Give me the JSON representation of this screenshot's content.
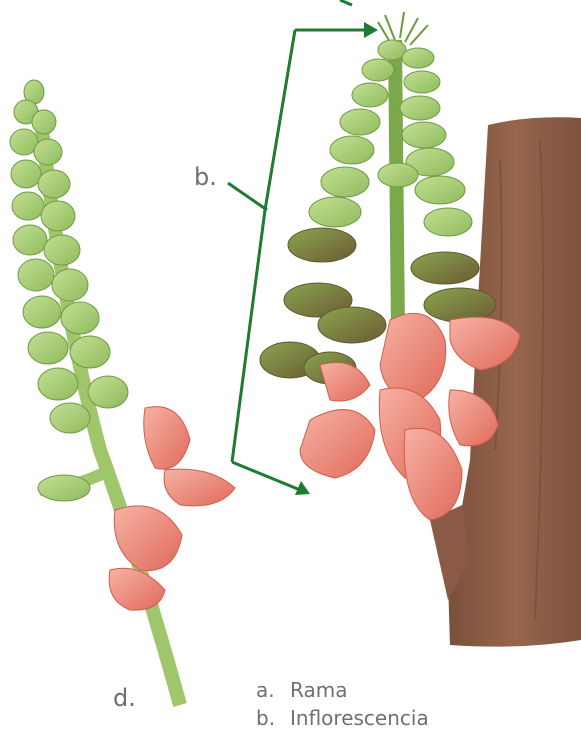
{
  "labels": {
    "b": "b.",
    "d": "d."
  },
  "legend": [
    {
      "key": "a.",
      "text": "Rama"
    },
    {
      "key": "b.",
      "text": "Inflorescencia"
    }
  ],
  "colors": {
    "bracket": "#1f7a32",
    "stem": "#9fc66a",
    "bud_green": "#a8cf78",
    "bud_dark": "#6e8a3c",
    "bud_brown": "#8a6a3a",
    "flower": "#e8796a",
    "flower_light": "#f4a99c",
    "branch": "#8c5d45",
    "label_text": "#6f6f6f"
  }
}
